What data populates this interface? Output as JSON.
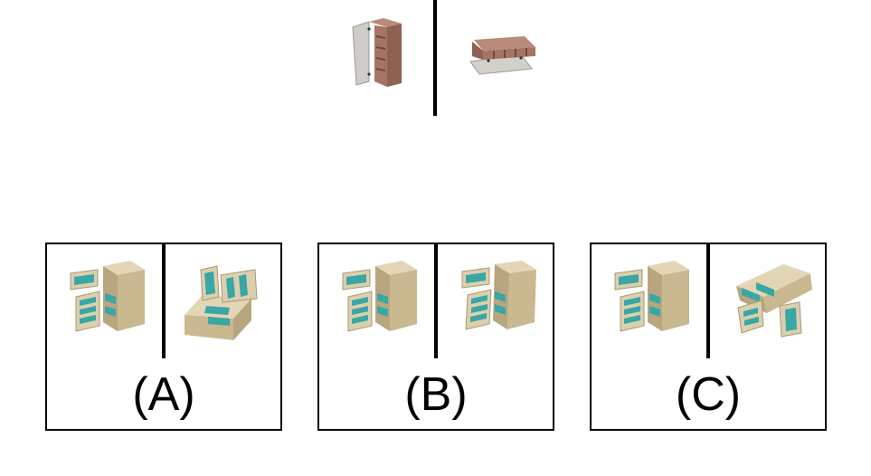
{
  "options": [
    {
      "label": "(A)"
    },
    {
      "label": "(B)"
    },
    {
      "label": "(C)"
    }
  ],
  "icons": {
    "reference_left": "tall-cabinet-open-door-icon",
    "reference_right": "cabinet-lying-open-door-icon",
    "fridge_upright": "fridge-upright-open-doors-icon",
    "fridge_tilted": "fridge-tilted-open-doors-icon",
    "fridge_lying": "fridge-lying-open-doors-icon"
  },
  "colors": {
    "cabinet_brown": "#9a6b5a",
    "cabinet_door": "#cfcbc6",
    "fridge_body": "#d9caa6",
    "fridge_shelf": "#3aa6a6"
  }
}
